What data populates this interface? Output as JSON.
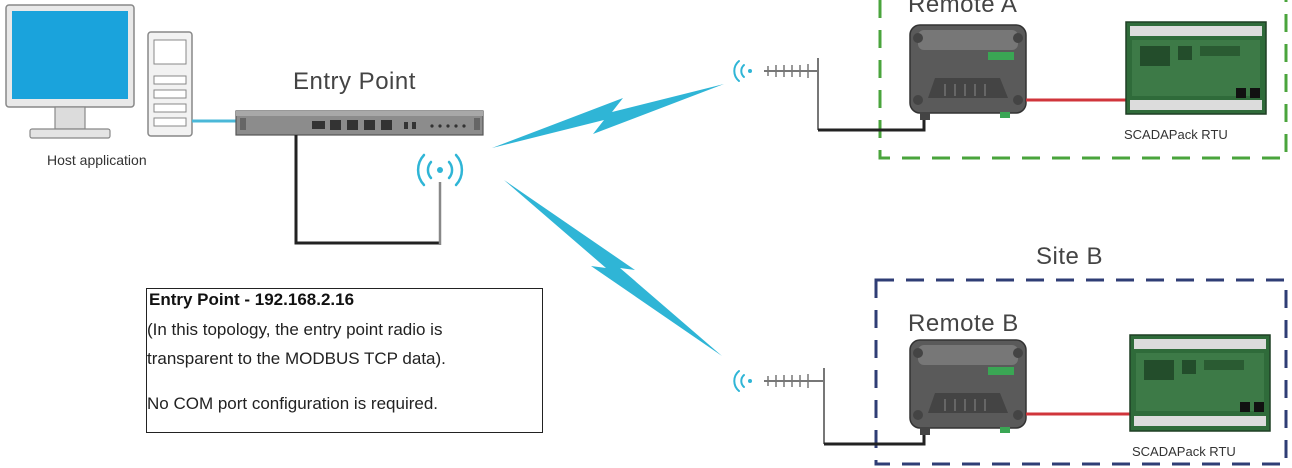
{
  "labels": {
    "entry_point": "Entry Point",
    "host_application": "Host application",
    "remote_a": "Remote A",
    "site_b": "Site B",
    "remote_b": "Remote B",
    "rtu_a": "SCADAPack RTU",
    "rtu_b": "SCADAPack RTU"
  },
  "info_box": {
    "title": "Entry Point - 192.168.2.16",
    "line1": "(In this topology, the entry point radio is",
    "line2": "transparent to the MODBUS TCP data).",
    "line3": "No COM port configuration is required."
  },
  "colors": {
    "site_a_border": "#4aa43c",
    "site_b_border": "#2f3d75",
    "wireless_link": "#2fb5d6",
    "serial_cable": "#d0353b",
    "monitor_screen": "#1aa3dc"
  },
  "icons": {
    "computer": "desktop-computer-icon",
    "router": "rack-router-icon",
    "radio": "industrial-radio-icon",
    "rtu": "rtu-controller-icon",
    "antenna": "yagi-antenna-icon",
    "signal": "wireless-signal-icon"
  }
}
